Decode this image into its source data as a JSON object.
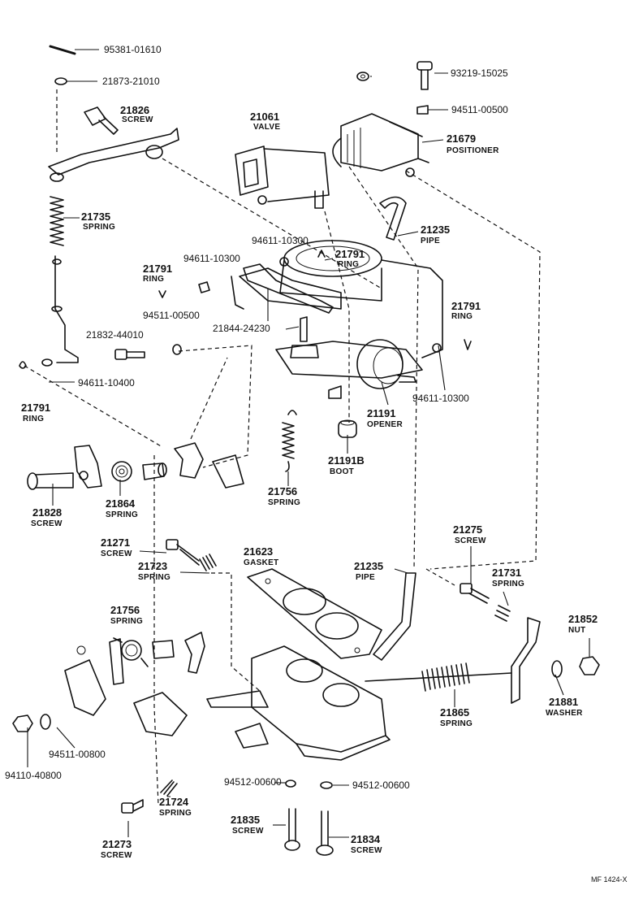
{
  "parts": [
    {
      "id": "95381-01610"
    },
    {
      "id": "21873-21010"
    },
    {
      "id": "21826",
      "desc": "SCREW"
    },
    {
      "id": "21061",
      "desc": "VALVE"
    },
    {
      "id": "93219-15025"
    },
    {
      "id": "94511-00500"
    },
    {
      "id": "21679",
      "desc": "POSITIONER"
    },
    {
      "id": "21735",
      "desc": "SPRING"
    },
    {
      "id": "21235",
      "desc": "PIPE"
    },
    {
      "id": "94611-10300"
    },
    {
      "id": "21791",
      "desc": "RING"
    },
    {
      "id": "94611-10300"
    },
    {
      "id": "21791",
      "desc": "RING"
    },
    {
      "id": "94511-00500"
    },
    {
      "id": "21791",
      "desc": "RING"
    },
    {
      "id": "21844-24230"
    },
    {
      "id": "21832-44010"
    },
    {
      "id": "94611-10400"
    },
    {
      "id": "94611-10300"
    },
    {
      "id": "21791",
      "desc": "RING"
    },
    {
      "id": "21191",
      "desc": "OPENER"
    },
    {
      "id": "21828",
      "desc": "SCREW"
    },
    {
      "id": "21864",
      "desc": "SPRING"
    },
    {
      "id": "21191B",
      "desc": "BOOT"
    },
    {
      "id": "21756",
      "desc": "SPRING"
    },
    {
      "id": "21271",
      "desc": "SCREW"
    },
    {
      "id": "21623",
      "desc": "GASKET"
    },
    {
      "id": "21275",
      "desc": "SCREW"
    },
    {
      "id": "21723",
      "desc": "SPRING"
    },
    {
      "id": "21235",
      "desc": "PIPE"
    },
    {
      "id": "21731",
      "desc": "SPRING"
    },
    {
      "id": "21852",
      "desc": "NUT"
    },
    {
      "id": "21756",
      "desc": "SPRING"
    },
    {
      "id": "21865",
      "desc": "SPRING"
    },
    {
      "id": "21881",
      "desc": "WASHER"
    },
    {
      "id": "94110-40800"
    },
    {
      "id": "94511-00800"
    },
    {
      "id": "94512-00600"
    },
    {
      "id": "94512-00600"
    },
    {
      "id": "21724",
      "desc": "SPRING"
    },
    {
      "id": "21835",
      "desc": "SCREW"
    },
    {
      "id": "21834",
      "desc": "SCREW"
    },
    {
      "id": "21273",
      "desc": "SCREW"
    }
  ],
  "footer": {
    "code": "MF 1424-X"
  }
}
